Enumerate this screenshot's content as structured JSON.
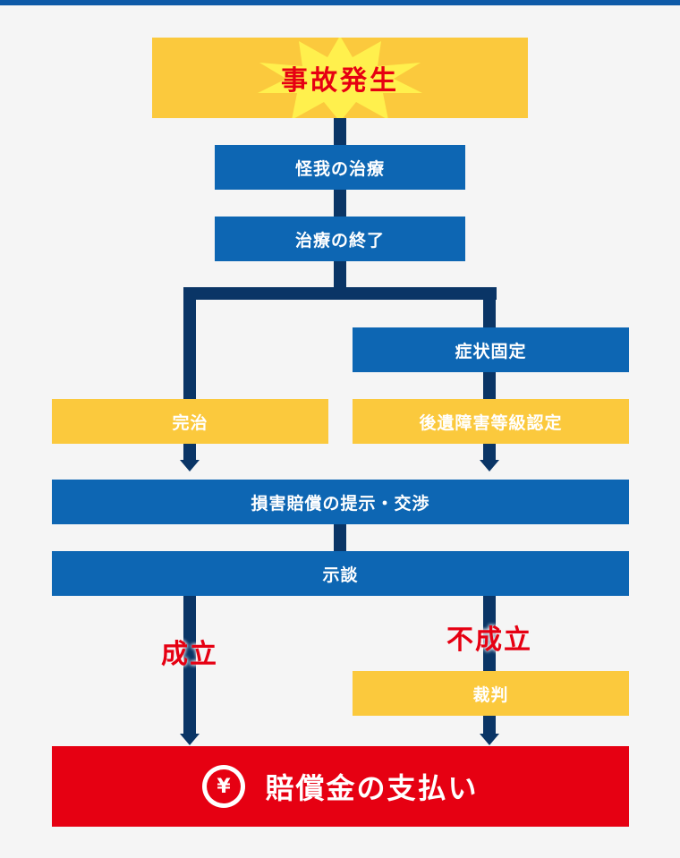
{
  "flow": {
    "accident": "事故発生",
    "injury_treatment": "怪我の治療",
    "treatment_end": "治療の終了",
    "symptom_fixed": "症状固定",
    "full_recovery": "完治",
    "disability_certification": "後遺障害等級認定",
    "damage_offer": "損害賠償の提示・交渉",
    "settlement": "示談",
    "success": "成立",
    "failure": "不成立",
    "trial": "裁判",
    "payment": "賠償金の支払い"
  },
  "icons": {
    "payment_icon": "yen-circle-icon",
    "yen_symbol": "¥"
  },
  "colors": {
    "blue_box": "#0d66b3",
    "yellow_box": "#fbc93d",
    "red_box": "#e60012",
    "connector": "#0a3566",
    "accent_text": "#e60012"
  }
}
